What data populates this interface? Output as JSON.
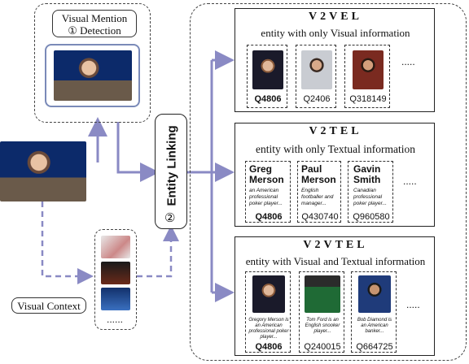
{
  "visual_mention": {
    "line1": "Visual Mention",
    "line2": "① Detection"
  },
  "visual_context": {
    "label": "Visual Context",
    "dots": "......"
  },
  "entity_linking": {
    "label": "Entity Linking",
    "step": "②"
  },
  "panels": [
    {
      "title": "V2VEL",
      "subtitle": "entity with only Visual information",
      "cards": [
        {
          "id": "Q4806",
          "bold": true
        },
        {
          "id": "Q2406"
        },
        {
          "id": "Q318149"
        }
      ],
      "dots": "....."
    },
    {
      "title": "V2TEL",
      "subtitle": "entity with only Textual information",
      "cards": [
        {
          "name": "Greg Merson",
          "desc": "an American professional poker player...",
          "id": "Q4806",
          "bold": true
        },
        {
          "name": "Paul Merson",
          "desc": "English footballer and manager...",
          "id": "Q430740"
        },
        {
          "name": "Gavin Smith",
          "desc": "Canadian professional poker player...",
          "id": "Q960580"
        }
      ],
      "dots": "....."
    },
    {
      "title": "V2VTEL",
      "subtitle": "entity with Visual and Textual information",
      "cards": [
        {
          "desc": "Gregory Merson is an American professional poker player...",
          "id": "Q4806",
          "bold": true
        },
        {
          "desc": "Tom Ford is an English snooker player...",
          "id": "Q240015"
        },
        {
          "desc": "Bob Diamond is an American banker...",
          "id": "Q664725"
        }
      ],
      "dots": "....."
    }
  ],
  "colors": {
    "arrow": "#8a8ac4",
    "dashed_arrow": "#8a8ac4",
    "frame": "#444444"
  }
}
